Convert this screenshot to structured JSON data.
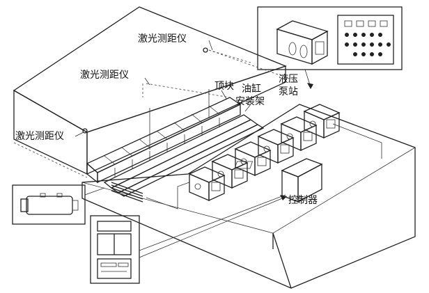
{
  "labels": {
    "rangefinder_1": "激光测距仪",
    "rangefinder_2": "激光测距仪",
    "rangefinder_3": "激光测距仪",
    "top_block": "顶块",
    "cylinder_mount_line1": "油缸",
    "cylinder_mount_line2": "安装架",
    "pump_station_line1": "液压",
    "pump_station_line2": "泵站",
    "controller": "控制器"
  },
  "colors": {
    "line": "#222222",
    "background": "#ffffff",
    "fill": "#ffffff"
  }
}
